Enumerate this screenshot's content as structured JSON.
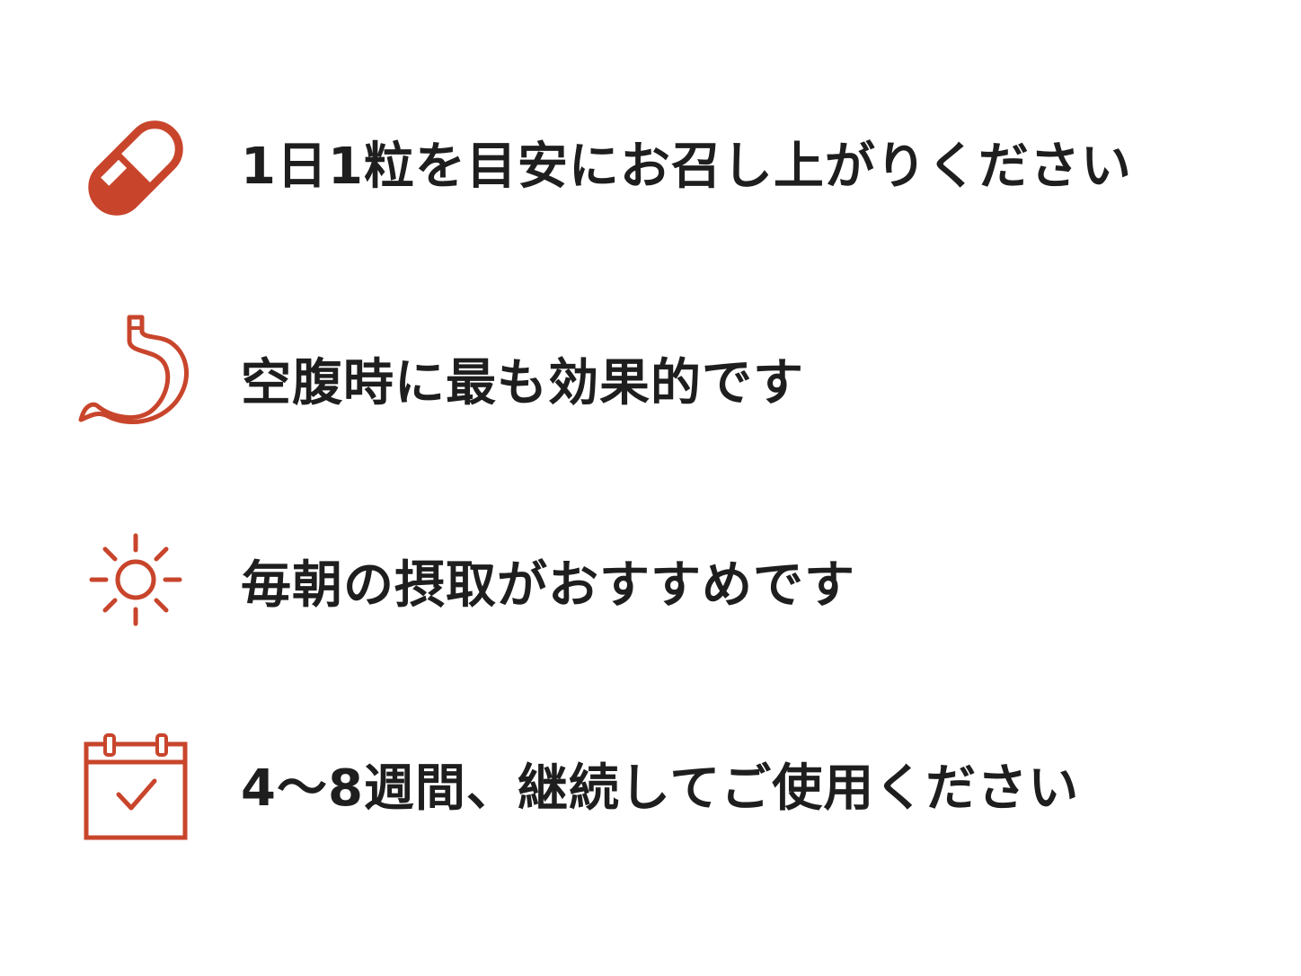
{
  "accent_color": "#c8452c",
  "text_color": "#1e1e1e",
  "items": [
    {
      "icon": "capsule-icon",
      "text": "1日1粒を目安にお召し上がりください"
    },
    {
      "icon": "stomach-icon",
      "text": "空腹時に最も効果的です"
    },
    {
      "icon": "sun-icon",
      "text": "毎朝の摂取がおすすめです"
    },
    {
      "icon": "calendar-check-icon",
      "text": "4〜8週間、継続してご使用ください"
    }
  ]
}
